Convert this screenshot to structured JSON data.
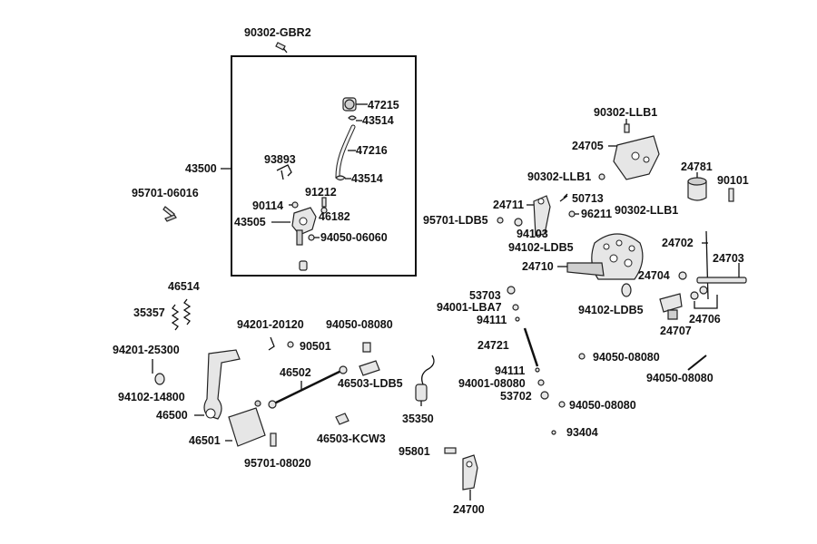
{
  "diagram": {
    "callouts": {
      "p90302_GBR2": "90302-GBR2",
      "p43500": "43500",
      "p47215": "47215",
      "p43514a": "43514",
      "p47216": "47216",
      "p93893": "93893",
      "p43514b": "43514",
      "p90114": "90114",
      "p91212": "91212",
      "p46182": "46182",
      "p43505": "43505",
      "p94050_06060": "94050-06060",
      "p95701_06016": "95701-06016",
      "p90302_LLB1a": "90302-LLB1",
      "p24705": "24705",
      "p24781": "24781",
      "p90302_LLB1b": "90302-LLB1",
      "p90101": "90101",
      "p24711": "24711",
      "p50713": "50713",
      "p96211": "96211",
      "p90302_LLB1c": "90302-LLB1",
      "p95701_LDB5": "95701-LDB5",
      "p94103": "94103",
      "p94102_LDB5a": "94102-LDB5",
      "p24702": "24702",
      "p24710": "24710",
      "p24703": "24703",
      "p24704": "24704",
      "p53703": "53703",
      "p94001_LBA7": "94001-LBA7",
      "p94102_LDB5b": "94102-LDB5",
      "p94111a": "94111",
      "p24706": "24706",
      "p24707": "24707",
      "p46514": "46514",
      "p35357": "35357",
      "p94201_20120": "94201-20120",
      "p94050_08080a": "94050-08080",
      "p90501": "90501",
      "p24721": "24721",
      "p94201_25300": "94201-25300",
      "p46502": "46502",
      "p94050_08080b": "94050-08080",
      "p94050_08080c": "94050-08080",
      "p46503_LDB5": "46503-LDB5",
      "p94111b": "94111",
      "p94102_14800": "94102-14800",
      "p94001_08080": "94001-08080",
      "p53702": "53702",
      "p94050_08080d": "94050-08080",
      "p46500": "46500",
      "p35350": "35350",
      "p93404": "93404",
      "p46501": "46501",
      "p46503_KCW3": "46503-KCW3",
      "p95801": "95801",
      "p95701_08020": "95701-08020",
      "p24700": "24700"
    }
  }
}
